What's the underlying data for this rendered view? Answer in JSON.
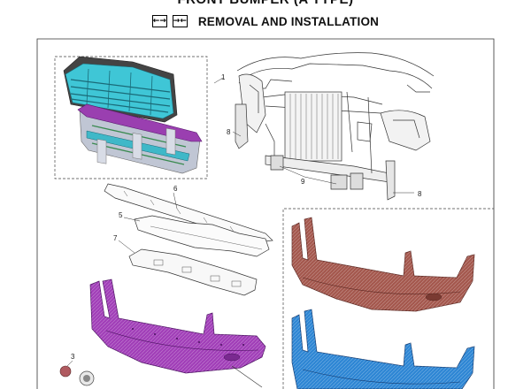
{
  "header": {
    "title": "FRONT BUMPER (A TYPE)",
    "symbols": [
      "←→",
      "→←"
    ],
    "subtitle": "REMOVAL AND INSTALLATION"
  },
  "callouts": {
    "grille": "1",
    "upper_bracket": "6",
    "absorber": "5",
    "lower_bracket": "7",
    "clip": "3",
    "bracket_left": "8",
    "bracket_right": "8",
    "retainer": "9"
  },
  "colors": {
    "grille_cyan": "#3fc6d6",
    "grille_purple": "#9a3fb0",
    "bumper_magenta": "#a13fb8",
    "bumper_brown": "#a4584e",
    "bumper_blue": "#2e86d4"
  }
}
